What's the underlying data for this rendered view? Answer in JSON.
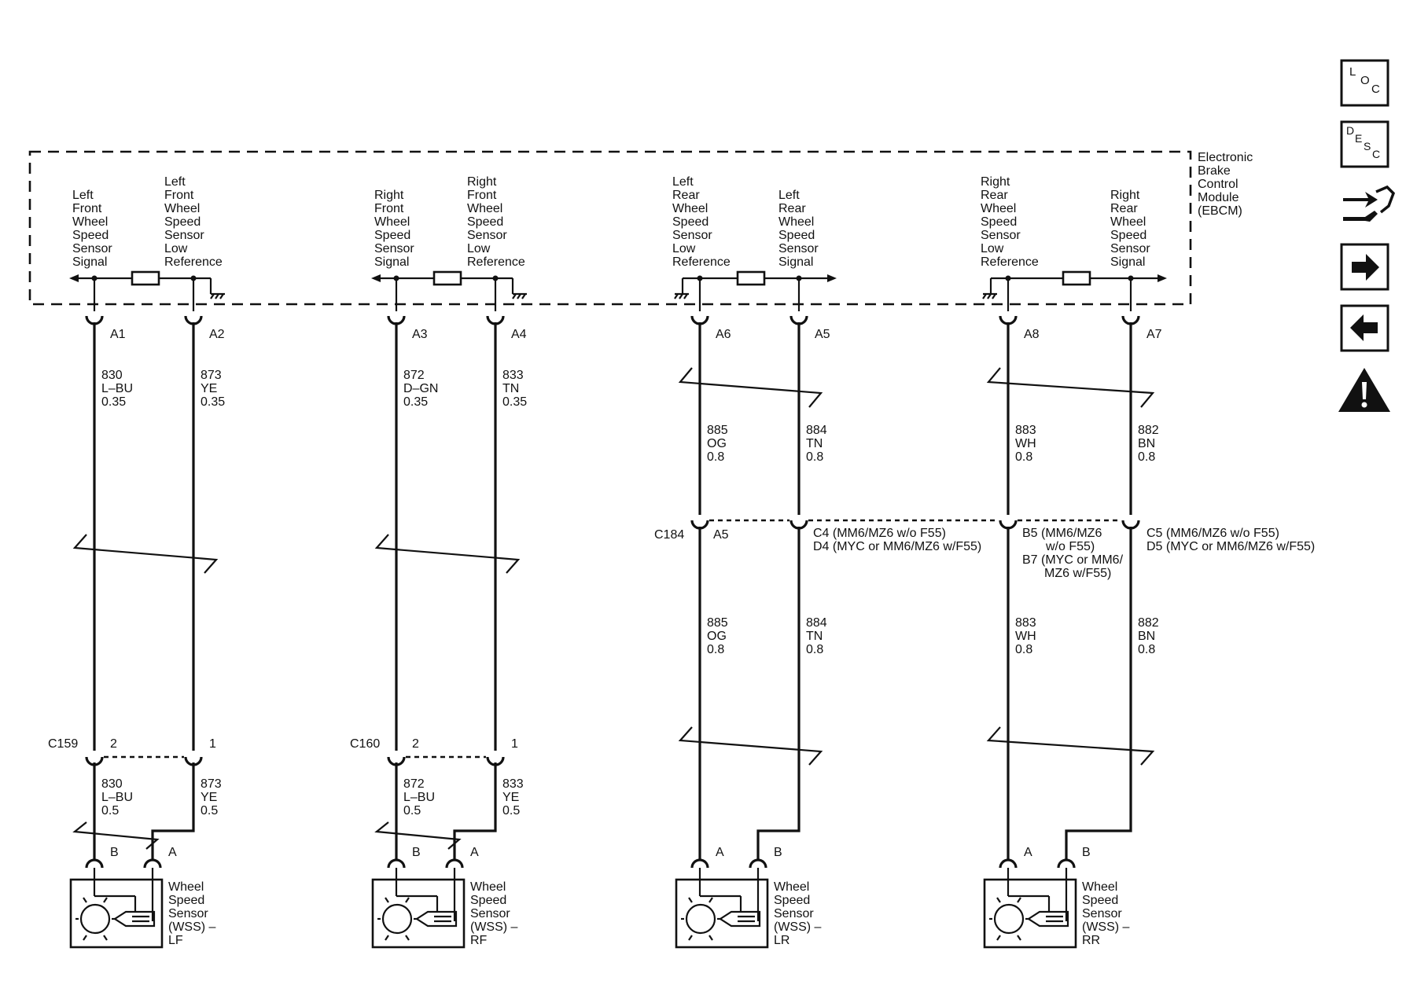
{
  "module": {
    "name_lines": [
      "Electronic",
      "Brake",
      "Control",
      "Module",
      "(EBCM)"
    ]
  },
  "icons": {
    "loc": "LOC",
    "desc": "DESC",
    "names": [
      "loc-icon",
      "desc-icon",
      "wrench-connector-icon",
      "right-arrow-icon",
      "left-arrow-icon",
      "warning-icon"
    ]
  },
  "channels": [
    {
      "id": "lf",
      "labels": {
        "signal": [
          "Left",
          "Front",
          "Wheel",
          "Speed",
          "Sensor",
          "Signal"
        ],
        "lowref": [
          "Left",
          "Front",
          "Wheel",
          "Speed",
          "Sensor",
          "Low",
          "Reference"
        ]
      },
      "pins": {
        "signal": "A1",
        "lowref": "A2"
      },
      "wires_upper": {
        "signal": [
          "830",
          "L–BU",
          "0.35"
        ],
        "lowref": [
          "873",
          "YE",
          "0.35"
        ]
      },
      "connector": {
        "name": "C159",
        "signal_pin": "2",
        "lowref_pin": "1"
      },
      "wires_lower": {
        "signal": [
          "830",
          "L–BU",
          "0.5"
        ],
        "lowref": [
          "873",
          "YE",
          "0.5"
        ]
      },
      "sensor_pins": {
        "signal": "B",
        "lowref": "A"
      },
      "sensor": [
        "Wheel",
        "Speed",
        "Sensor",
        "(WSS) –",
        "LF"
      ]
    },
    {
      "id": "rf",
      "labels": {
        "signal": [
          "Right",
          "Front",
          "Wheel",
          "Speed",
          "Sensor",
          "Signal"
        ],
        "lowref": [
          "Right",
          "Front",
          "Wheel",
          "Speed",
          "Sensor",
          "Low",
          "Reference"
        ]
      },
      "pins": {
        "signal": "A3",
        "lowref": "A4"
      },
      "wires_upper": {
        "signal": [
          "872",
          "D–GN",
          "0.35"
        ],
        "lowref": [
          "833",
          "TN",
          "0.35"
        ]
      },
      "connector": {
        "name": "C160",
        "signal_pin": "2",
        "lowref_pin": "1"
      },
      "wires_lower": {
        "signal": [
          "872",
          "L–BU",
          "0.5"
        ],
        "lowref": [
          "833",
          "YE",
          "0.5"
        ]
      },
      "sensor_pins": {
        "signal": "B",
        "lowref": "A"
      },
      "sensor": [
        "Wheel",
        "Speed",
        "Sensor",
        "(WSS) –",
        "RF"
      ]
    },
    {
      "id": "lr",
      "labels": {
        "lowref": [
          "Left",
          "Rear",
          "Wheel",
          "Speed",
          "Sensor",
          "Low",
          "Reference"
        ],
        "signal": [
          "Left",
          "Rear",
          "Wheel",
          "Speed",
          "Sensor",
          "Signal"
        ]
      },
      "pins": {
        "lowref": "A6",
        "signal": "A5"
      },
      "wires_upper": {
        "lowref": [
          "885",
          "OG",
          "0.8"
        ],
        "signal": [
          "884",
          "TN",
          "0.8"
        ]
      },
      "wires_lower": {
        "lowref": [
          "885",
          "OG",
          "0.8"
        ],
        "signal": [
          "884",
          "TN",
          "0.8"
        ]
      },
      "sensor_pins": {
        "lowref": "A",
        "signal": "B"
      },
      "sensor": [
        "Wheel",
        "Speed",
        "Sensor",
        "(WSS) –",
        "LR"
      ]
    },
    {
      "id": "rr",
      "labels": {
        "lowref": [
          "Right",
          "Rear",
          "Wheel",
          "Speed",
          "Sensor",
          "Low",
          "Reference"
        ],
        "signal": [
          "Right",
          "Rear",
          "Wheel",
          "Speed",
          "Sensor",
          "Signal"
        ]
      },
      "pins": {
        "lowref": "A8",
        "signal": "A7"
      },
      "wires_upper": {
        "lowref": [
          "883",
          "WH",
          "0.8"
        ],
        "signal": [
          "882",
          "BN",
          "0.8"
        ]
      },
      "wires_lower": {
        "lowref": [
          "883",
          "WH",
          "0.8"
        ],
        "signal": [
          "882",
          "BN",
          "0.8"
        ]
      },
      "sensor_pins": {
        "lowref": "A",
        "signal": "B"
      },
      "sensor": [
        "Wheel",
        "Speed",
        "Sensor",
        "(WSS) –",
        "RR"
      ]
    }
  ],
  "c184": {
    "name": "C184",
    "pin_lr_lowref": [
      "A5"
    ],
    "pin_lr_signal": [
      "C4 (MM6/MZ6 w/o F55)",
      "D4 (MYC or MM6/MZ6 w/F55)"
    ],
    "pin_rr_lowref": [
      "B5 (MM6/MZ6",
      "w/o F55)",
      "B7 (MYC or MM6/",
      "MZ6 w/F55)"
    ],
    "pin_rr_signal": [
      "C5 (MM6/MZ6 w/o F55)",
      "D5 (MYC or MM6/MZ6 w/F55)"
    ]
  }
}
